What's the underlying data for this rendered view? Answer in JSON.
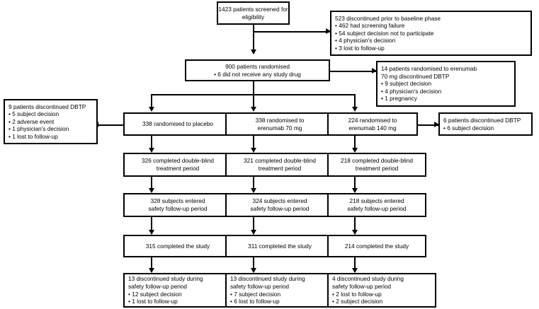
{
  "diagram": {
    "title": "CONSORT patient disposition flow diagram",
    "colors": {
      "line": "#000000",
      "box_fill": "#ffffff",
      "text": "#000000"
    },
    "nodes": {
      "screened": {
        "lines": [
          "1423 patients screened for",
          "eligibility"
        ]
      },
      "discontinued_baseline": {
        "header": "523 discontinued prior to baseline phase",
        "bullets": [
          "462 had screening failure",
          "54 subject decision not to participate",
          "4 physician's decision",
          "3 lost to follow-up"
        ]
      },
      "randomised": {
        "header": "900 patients randomised",
        "bullets": [
          "6 did not receive any study drug"
        ]
      },
      "disc_70mg_dbtp": {
        "lines": [
          "14 patients randomised to erenumab",
          "70 mg discontinued DBTP"
        ],
        "bullets": [
          "9 subject decision",
          "4 physician's decision",
          "1 pregnancy"
        ]
      },
      "disc_placebo_dbtp": {
        "header": "9 patients discontinued DBTP",
        "bullets": [
          "5 subject decision",
          "2 adverse event",
          "1 physician's decision",
          "1 lost to follow-up"
        ]
      },
      "disc_140mg_dbtp": {
        "header": "6 patients discontinued DBTP",
        "bullets": [
          "6 subject decision"
        ]
      },
      "arm_placebo": {
        "lines": [
          "338 randomised to placebo"
        ]
      },
      "arm_70mg": {
        "lines": [
          "338 randomised to",
          "erenumab 70 mg"
        ]
      },
      "arm_140mg": {
        "lines": [
          "224 randomised to",
          "erenumab 140 mg"
        ]
      },
      "completed_dbtp_placebo": {
        "lines": [
          "326 completed double-blind",
          "treatment period"
        ]
      },
      "completed_dbtp_70mg": {
        "lines": [
          "321 completed double-blind",
          "treatment period"
        ]
      },
      "completed_dbtp_140mg": {
        "lines": [
          "218 completed double-blind",
          "treatment period"
        ]
      },
      "safety_placebo": {
        "lines": [
          "328 subjects entered",
          "safety follow-up period"
        ]
      },
      "safety_70mg": {
        "lines": [
          "324 subjects entered",
          "safety follow-up period"
        ]
      },
      "safety_140mg": {
        "lines": [
          "218 subjects entered",
          "safety follow-up period"
        ]
      },
      "completed_study_placebo": {
        "lines": [
          "315 completed the study"
        ]
      },
      "completed_study_70mg": {
        "lines": [
          "311 completed the study"
        ]
      },
      "completed_study_140mg": {
        "lines": [
          "214 completed the study"
        ]
      },
      "disc_safety_placebo": {
        "lines": [
          "13 discontinued study during",
          "safety follow-up period"
        ],
        "bullets": [
          "12 subject decision",
          "1 lost to follow-up"
        ]
      },
      "disc_safety_70mg": {
        "lines": [
          "13 discontinued study during",
          "safety follow-up period"
        ],
        "bullets": [
          "7 subject decision",
          "6 lost to follow-up"
        ]
      },
      "disc_safety_140mg": {
        "lines": [
          "4 discontinued study during",
          "safety follow-up period"
        ],
        "bullets": [
          "2 lost to follow-up",
          "2 subject decision"
        ]
      }
    }
  }
}
